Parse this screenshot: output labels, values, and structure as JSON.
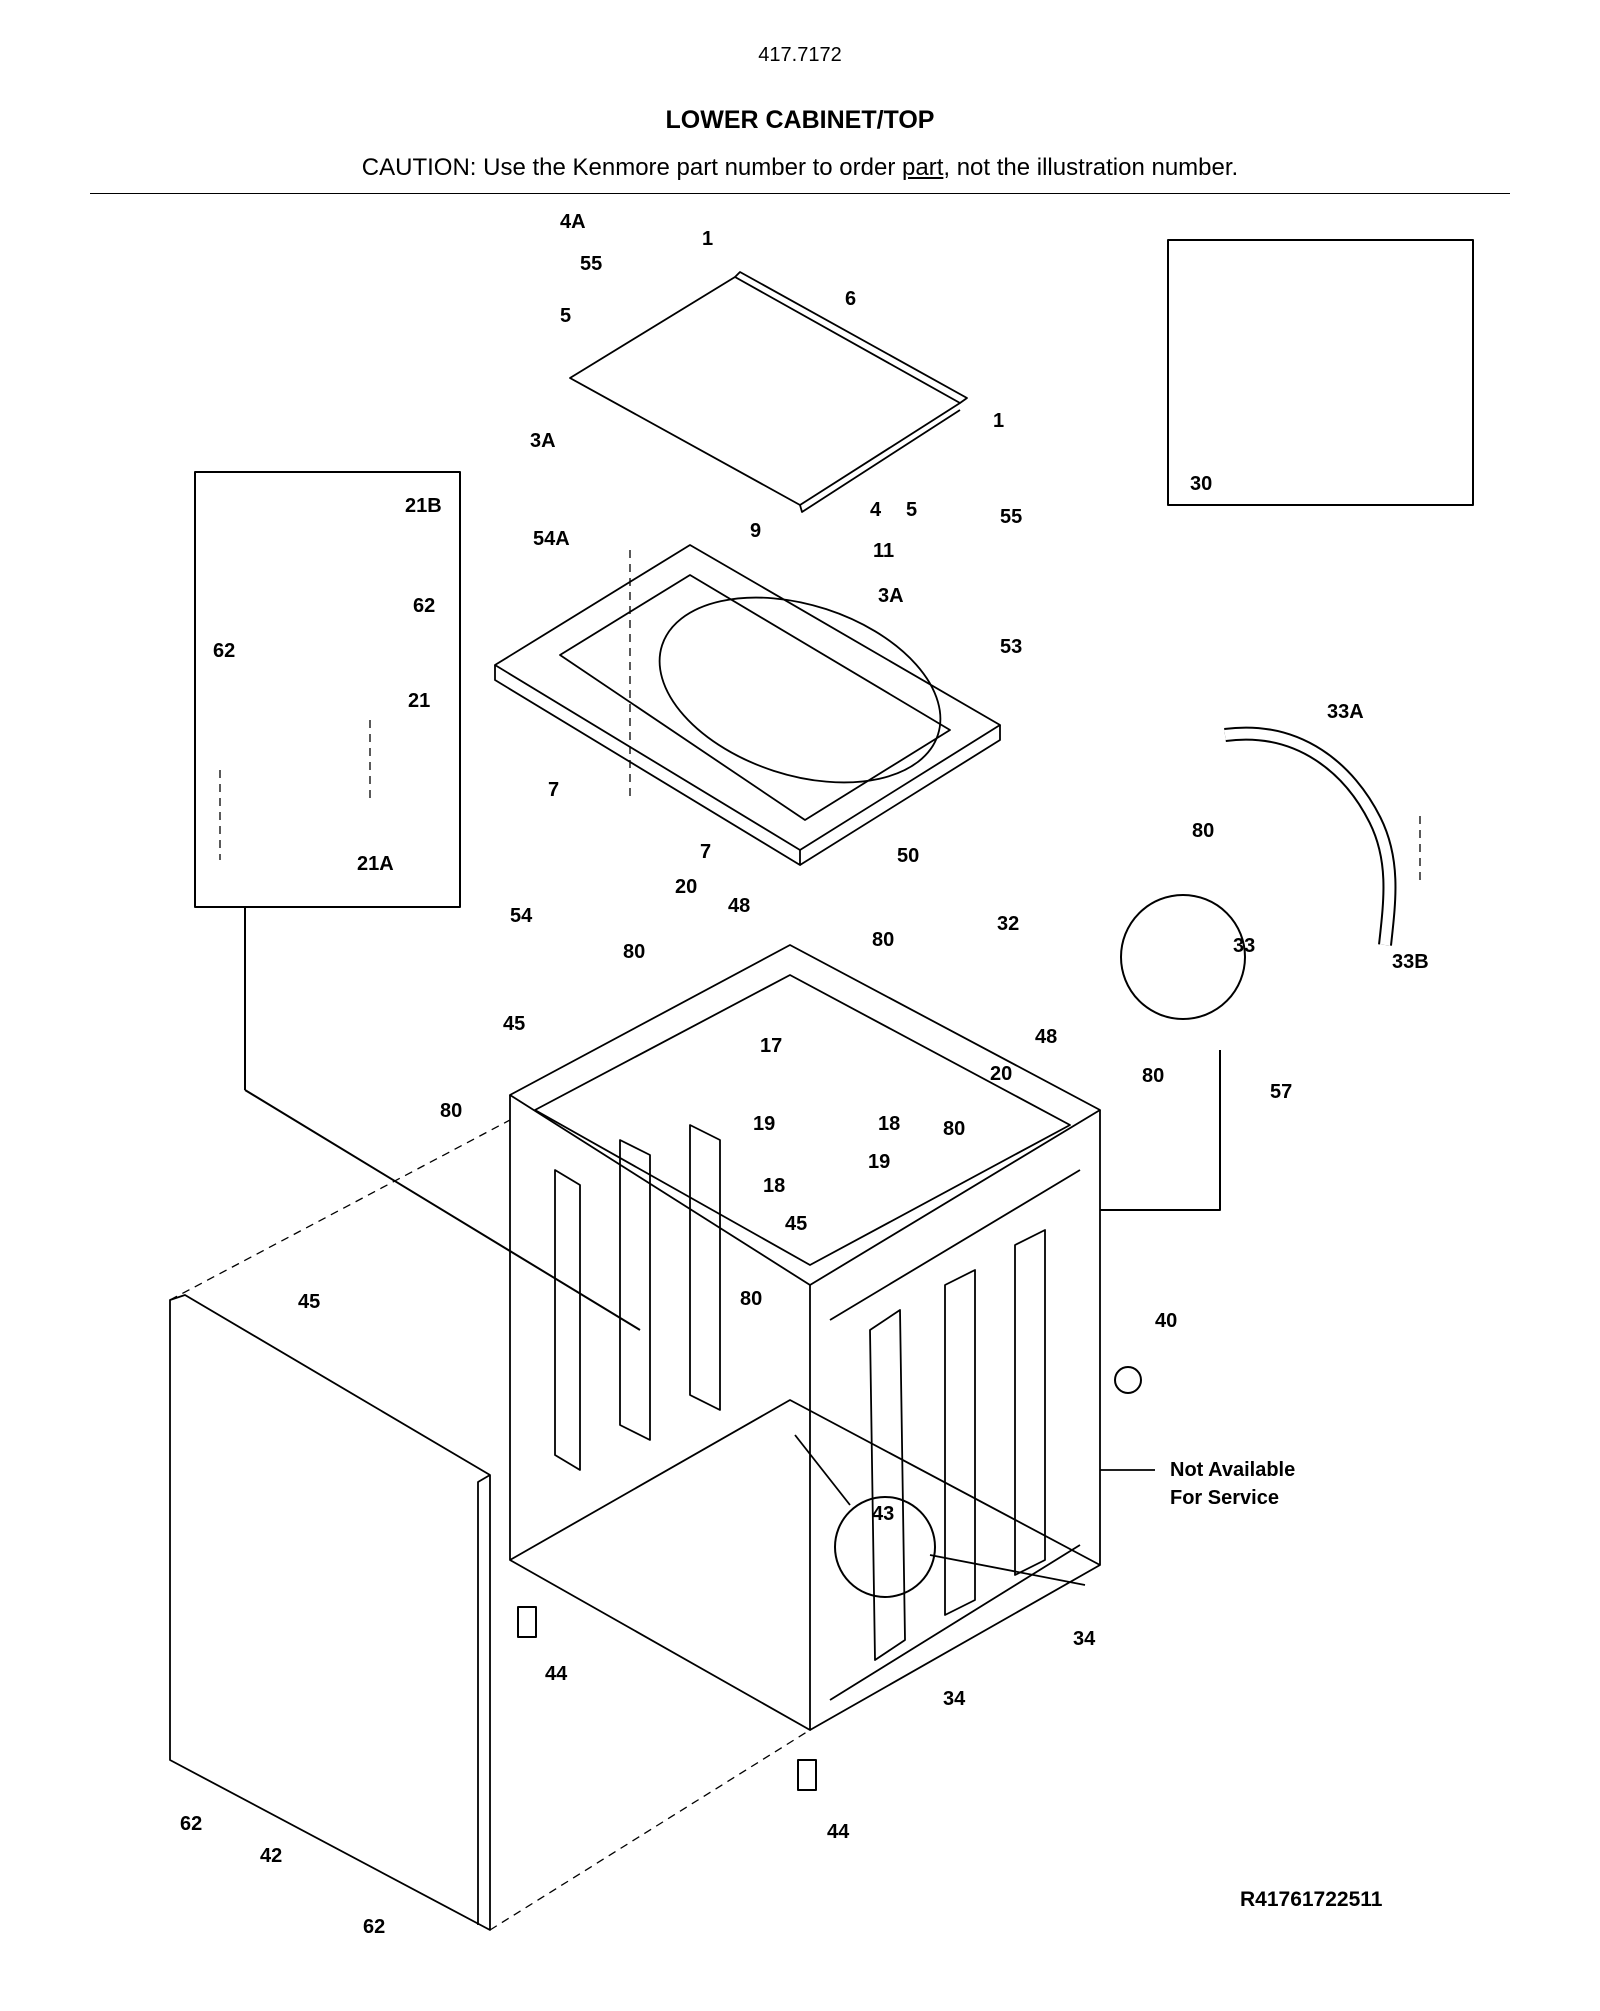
{
  "header": {
    "doc_number": "417.7172",
    "title": "LOWER CABINET/TOP",
    "caution_before": "CAUTION: Use the Kenmore part number to order ",
    "caution_link": "part",
    "caution_after": ", not the illustration number."
  },
  "footer": {
    "reference_code": "R41761722511"
  },
  "note": {
    "line1": "Not Available",
    "line2": "For Service"
  },
  "callouts": [
    "4A",
    "1",
    "55",
    "5",
    "6",
    "3A",
    "1",
    "4",
    "5",
    "55",
    "9",
    "11",
    "3A",
    "54A",
    "53",
    "7",
    "7",
    "50",
    "54",
    "20",
    "48",
    "80",
    "80",
    "32",
    "33",
    "33A",
    "80",
    "33B",
    "45",
    "80",
    "17",
    "19",
    "18",
    "20",
    "48",
    "80",
    "80",
    "18",
    "19",
    "45",
    "57",
    "80",
    "45",
    "40",
    "43",
    "44",
    "34",
    "34",
    "44",
    "62",
    "42",
    "62",
    "21B",
    "62",
    "62",
    "21",
    "21A",
    "30"
  ]
}
